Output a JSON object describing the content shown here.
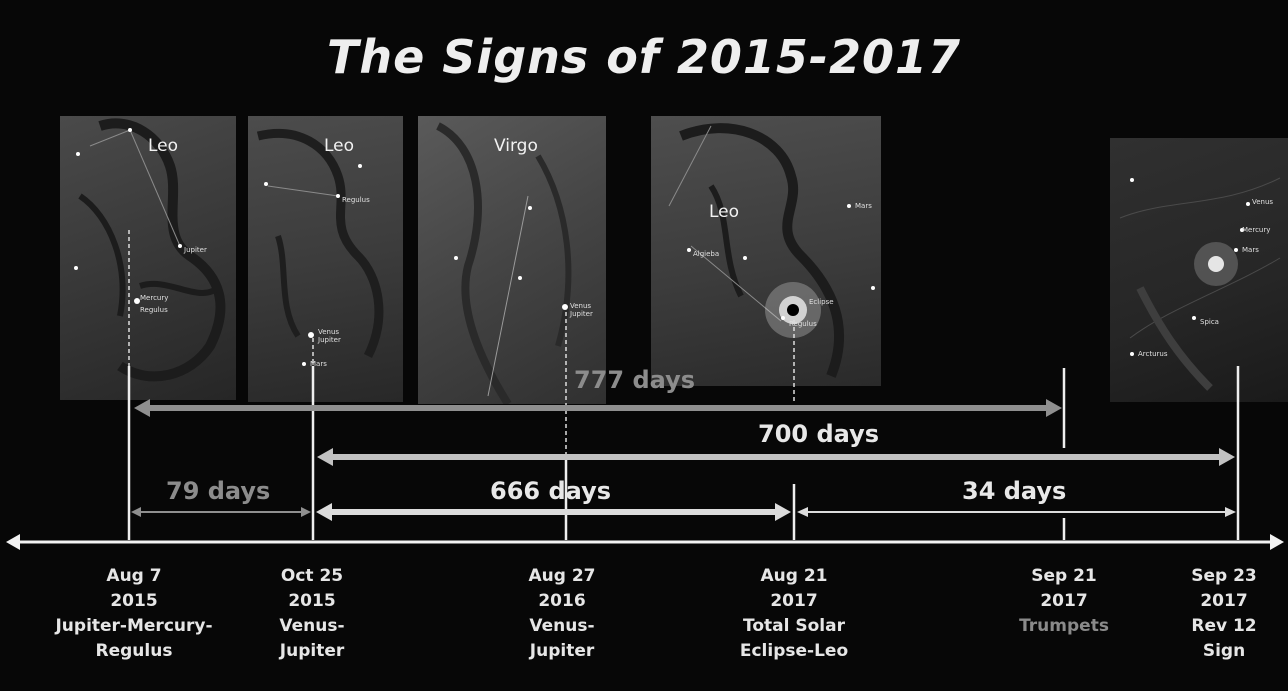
{
  "title": "The Signs of 2015-2017",
  "panels": [
    {
      "label": "Leo"
    },
    {
      "label": "Leo"
    },
    {
      "label": "Virgo"
    },
    {
      "label": "Leo"
    }
  ],
  "star_labels": [
    "Jupiter",
    "Mercury",
    "Regulus",
    "Regulus",
    "Venus",
    "Jupiter",
    "Mars",
    "Venus",
    "Jupiter",
    "Algieba",
    "Regulus",
    "Mars",
    "Eclipse",
    "Venus",
    "Mercury",
    "Mars",
    "Spica",
    "Arcturus"
  ],
  "intervals": [
    {
      "label": "777 days",
      "tone": "gray"
    },
    {
      "label": "700 days",
      "tone": "light"
    },
    {
      "label": "79 days",
      "tone": "gray"
    },
    {
      "label": "666 days",
      "tone": "light"
    },
    {
      "label": "34 days",
      "tone": "light"
    }
  ],
  "events": [
    {
      "date": "Aug 7",
      "year": "2015",
      "desc1": "Jupiter-Mercury-",
      "desc2": "Regulus"
    },
    {
      "date": "Oct 25",
      "year": "2015",
      "desc1": "Venus-",
      "desc2": "Jupiter"
    },
    {
      "date": "Aug 27",
      "year": "2016",
      "desc1": "Venus-",
      "desc2": "Jupiter"
    },
    {
      "date": "Aug 21",
      "year": "2017",
      "desc1": "Total Solar",
      "desc2": "Eclipse-Leo"
    },
    {
      "date": "Sep 21",
      "year": "2017",
      "desc1": "Trumpets",
      "desc2": ""
    },
    {
      "date": "Sep 23",
      "year": "2017",
      "desc1": "Rev 12",
      "desc2": "Sign"
    }
  ],
  "colors": {
    "background": "#070707",
    "text": "#e8e8e8",
    "muted": "#8c8c8c"
  }
}
